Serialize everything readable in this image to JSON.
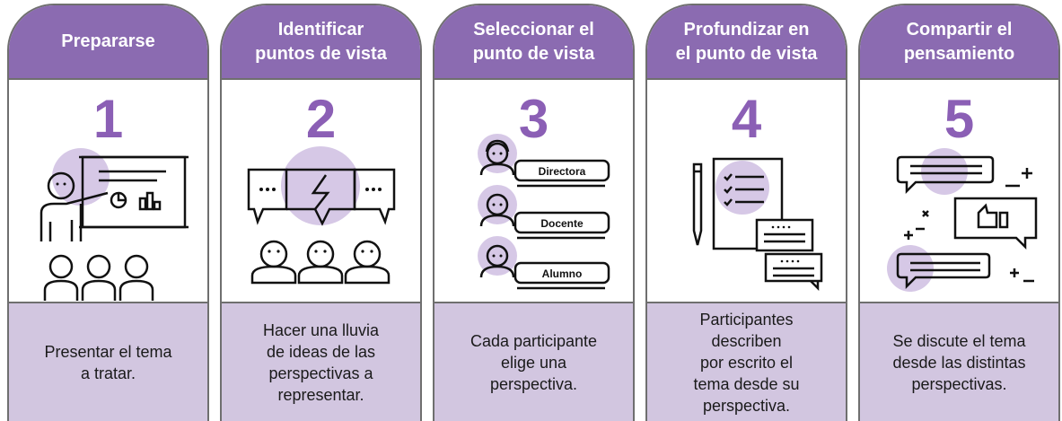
{
  "colors": {
    "header": "#8b6bb1",
    "number": "#8b5fb5",
    "footer": "#d2c6e0",
    "accent_circle": "#d6c8e6",
    "stroke": "#111111"
  },
  "steps": [
    {
      "title": "Prepararse",
      "number": "1",
      "icon": "presentation-icon",
      "description": "Presentar el tema\na tratar."
    },
    {
      "title": "Identificar\npuntos de vista",
      "number": "2",
      "icon": "brainstorm-icon",
      "description": "Hacer una lluvia\nde ideas de las\nperspectivas a\nrepresentar."
    },
    {
      "title": "Seleccionar el\npunto de vista",
      "number": "3",
      "icon": "roles-icon",
      "description": "Cada participante\nelige una\nperspectiva.",
      "roles": [
        "Directora",
        "Docente",
        "Alumno"
      ]
    },
    {
      "title": "Profundizar en\nel punto de vista",
      "number": "4",
      "icon": "written-checklist-icon",
      "description": "Participantes\ndescriben\npor escrito el\ntema desde su\nperspectiva."
    },
    {
      "title": "Compartir el\npensamiento",
      "number": "5",
      "icon": "discussion-icon",
      "description": "Se discute el tema\ndesde las distintas\nperspectivas."
    }
  ]
}
